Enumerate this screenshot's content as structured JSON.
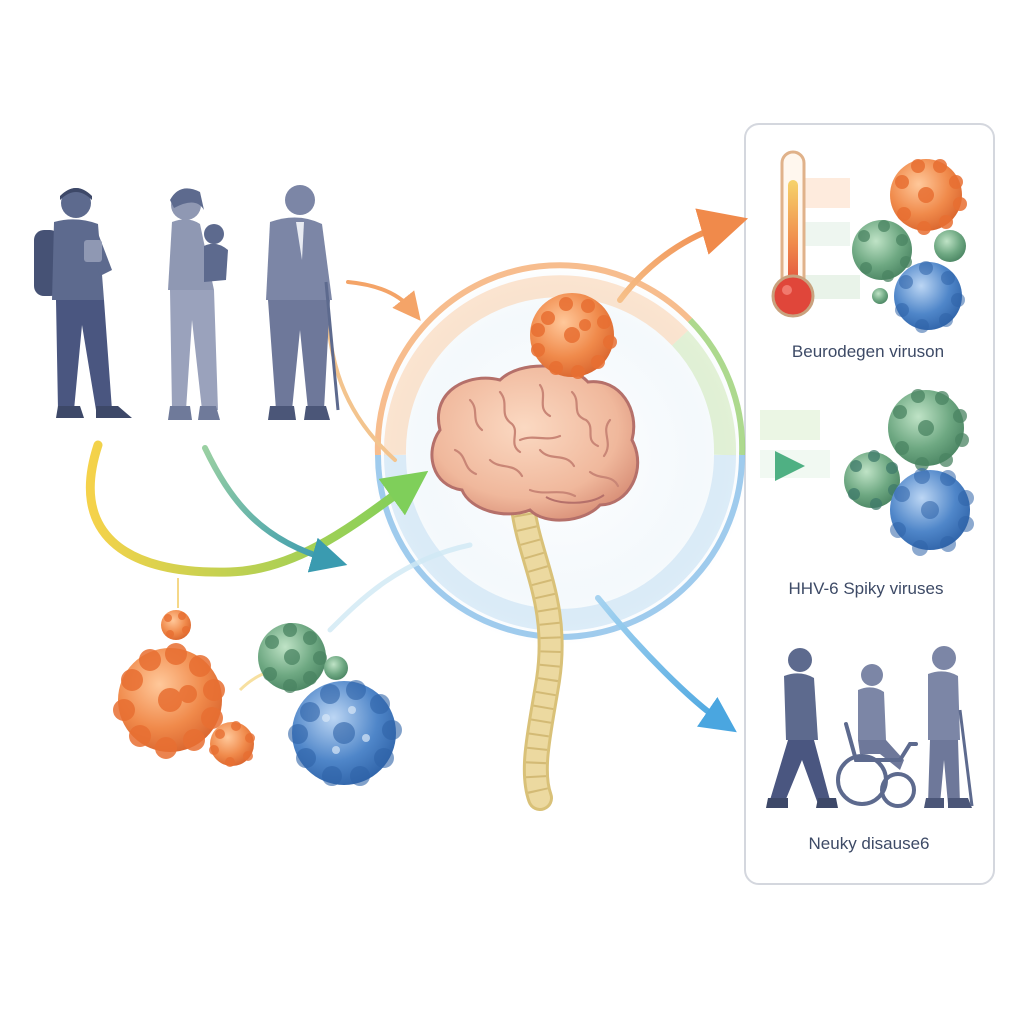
{
  "panel": {
    "labels": [
      {
        "text": "Beurodegen viruson"
      },
      {
        "text": "HHV-6 Spiky viruses"
      },
      {
        "text": "Neuky disause6"
      }
    ]
  },
  "colors": {
    "orange": "#f08a4b",
    "green": "#6ea882",
    "blue": "#4f86c9",
    "people": "#5d6a8e",
    "people_light": "#8f98b3",
    "brain": "#f0b89c",
    "brain_stroke": "#b5706a",
    "spine": "#ecd9a0",
    "panel_border": "#d4d7de",
    "ring_orange": "#f6b27a",
    "ring_green": "#9fd27a",
    "ring_blue": "#8ec2ea",
    "thermo_red": "#e0463a"
  },
  "icons": [
    "hiker-icon",
    "parent-with-child-icon",
    "elderly-man-icon",
    "brain-icon",
    "spinal-cord-icon",
    "thermometer-icon",
    "walking-person-icon",
    "wheelchair-user-icon",
    "person-with-cane-icon",
    "virus-cluster-icon"
  ]
}
